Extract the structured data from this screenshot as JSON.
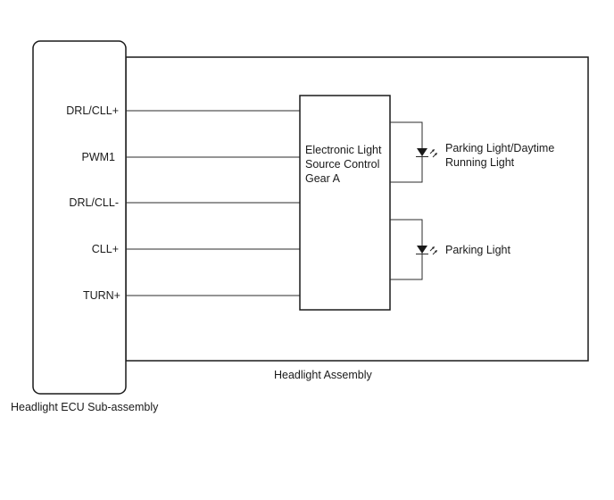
{
  "diagram": {
    "ecu_title": "Headlight ECU Sub-assembly",
    "assembly_title": "Headlight Assembly",
    "control_gear_lines": [
      "Electronic Light",
      "Source Control",
      "Gear A"
    ],
    "pins": [
      "DRL/CLL+",
      "PWM1",
      "DRL/CLL-",
      "CLL+",
      "TURN+"
    ],
    "lights": [
      {
        "label_lines": [
          "Parking Light/Daytime",
          "Running Light"
        ]
      },
      {
        "label_lines": [
          "Parking Light"
        ]
      }
    ]
  }
}
